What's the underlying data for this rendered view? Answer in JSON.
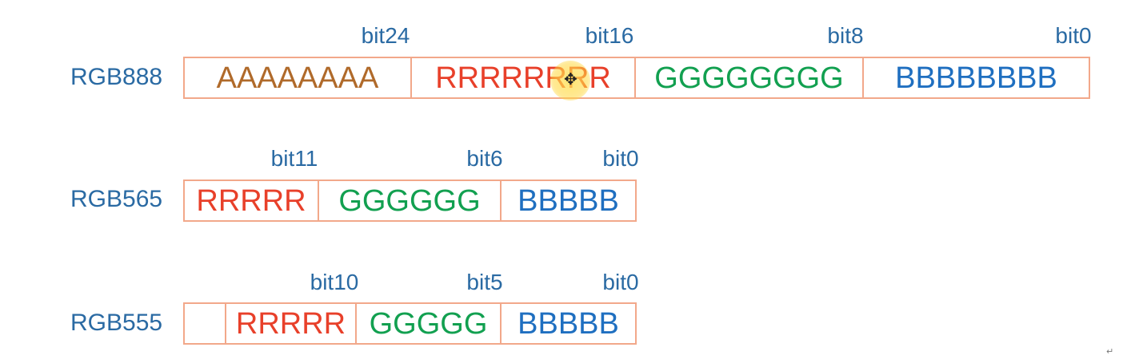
{
  "rows": [
    {
      "name": "RGB888",
      "bit_labels": [
        "bit24",
        "bit16",
        "bit8",
        "bit0"
      ],
      "fields": [
        {
          "text": "AAAAAAAA",
          "color": "#b06a2a"
        },
        {
          "text": "RRRRRRRR",
          "color": "#e8402a"
        },
        {
          "text": "GGGGGGGG",
          "color": "#12a050"
        },
        {
          "text": "BBBBBBBB",
          "color": "#1f6fc0"
        }
      ]
    },
    {
      "name": "RGB565",
      "bit_labels": [
        "bit11",
        "bit6",
        "bit0"
      ],
      "fields": [
        {
          "text": "RRRRR",
          "color": "#e8402a"
        },
        {
          "text": "GGGGGG",
          "color": "#12a050"
        },
        {
          "text": "BBBBB",
          "color": "#1f6fc0"
        }
      ]
    },
    {
      "name": "RGB555",
      "bit_labels": [
        "bit10",
        "bit5",
        "bit0"
      ],
      "fields": [
        {
          "text": "",
          "color": "#000000"
        },
        {
          "text": "RRRRR",
          "color": "#e8402a"
        },
        {
          "text": "GGGGG",
          "color": "#12a050"
        },
        {
          "text": "BBBBB",
          "color": "#1f6fc0"
        }
      ]
    }
  ],
  "colors": {
    "label": "#2a6aa3",
    "border": "#f2a88a"
  },
  "return_mark": "↵"
}
